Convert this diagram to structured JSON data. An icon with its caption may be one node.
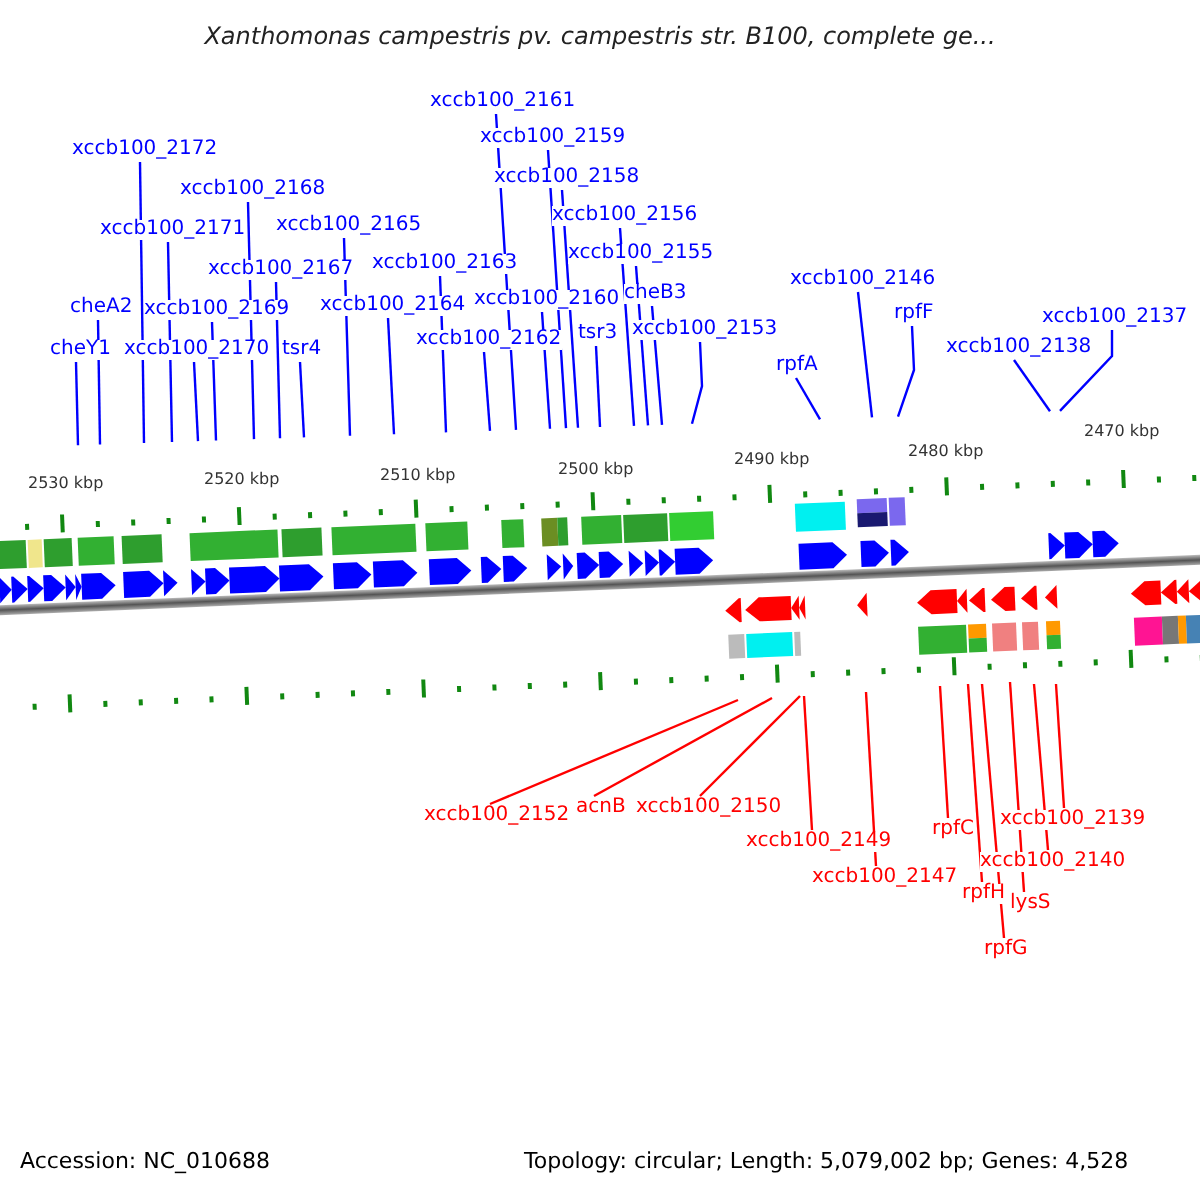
{
  "diagram": {
    "title": "Xanthomonas campestris pv. campestris str. B100, complete ge...",
    "nodes": [
      {
        "text": [
          "xccb100_2161"
        ]
      },
      {
        "text": [
          "xccb100_2172"
        ]
      },
      {
        "text": [
          "xccb100_2159"
        ]
      },
      {
        "text": [
          "xccb100_2168"
        ]
      },
      {
        "text": [
          "xccb100_2158"
        ]
      },
      {
        "text": [
          "xccb100_2171"
        ]
      },
      {
        "text": [
          "xccb100_2165"
        ]
      },
      {
        "text": [
          "xccb100_2156"
        ]
      },
      {
        "text": [
          "xccb100_2167"
        ]
      },
      {
        "text": [
          "xccb100_2163"
        ]
      },
      {
        "text": [
          "xccb100_2155"
        ]
      },
      {
        "text": [
          "xccb100_2146"
        ]
      },
      {
        "text": [
          "cheA2"
        ]
      },
      {
        "text": [
          "xccb100_2169"
        ]
      },
      {
        "text": [
          "xccb100_2164"
        ]
      },
      {
        "text": [
          "xccb100_2160"
        ]
      },
      {
        "text": [
          "cheB3"
        ]
      },
      {
        "text": [
          "rpfF"
        ]
      },
      {
        "text": [
          "xccb100_2137"
        ]
      },
      {
        "text": [
          "cheY1"
        ]
      },
      {
        "text": [
          "xccb100_2170"
        ]
      },
      {
        "text": [
          "tsr4"
        ]
      },
      {
        "text": [
          "xccb100_2162"
        ]
      },
      {
        "text": [
          "tsr3"
        ]
      },
      {
        "text": [
          "xccb100_2153"
        ]
      },
      {
        "text": [
          "xccb100_2138"
        ]
      },
      {
        "text": [
          "rpfA"
        ]
      },
      {
        "text": [
          "xccb100_2152"
        ]
      },
      {
        "text": [
          "acnB"
        ]
      },
      {
        "text": [
          "xccb100_2150"
        ]
      },
      {
        "text": [
          "xccb100_2139"
        ]
      },
      {
        "text": [
          "rpfC"
        ]
      },
      {
        "text": [
          "xccb100_2149"
        ]
      },
      {
        "text": [
          "xccb100_2140"
        ]
      },
      {
        "text": [
          "xccb100_2147"
        ]
      },
      {
        "text": [
          "rpfH"
        ]
      },
      {
        "text": [
          "lysS"
        ]
      },
      {
        "text": [
          "rpfG"
        ]
      }
    ],
    "edges": [
      {
        "from": 0,
        "to": null,
        "arrow": "none"
      },
      {
        "from": 1,
        "to": null,
        "arrow": "none"
      },
      {
        "from": 2,
        "to": null,
        "arrow": "none"
      },
      {
        "from": 3,
        "to": null,
        "arrow": "none"
      },
      {
        "from": 4,
        "to": null,
        "arrow": "none"
      },
      {
        "from": 5,
        "to": null,
        "arrow": "none"
      },
      {
        "from": 6,
        "to": null,
        "arrow": "none"
      },
      {
        "from": 7,
        "to": null,
        "arrow": "none"
      },
      {
        "from": 8,
        "to": null,
        "arrow": "none"
      },
      {
        "from": 9,
        "to": null,
        "arrow": "none"
      },
      {
        "from": 10,
        "to": null,
        "arrow": "none"
      },
      {
        "from": 11,
        "to": null,
        "arrow": "none"
      },
      {
        "from": 12,
        "to": null,
        "arrow": "none"
      },
      {
        "from": 13,
        "to": null,
        "arrow": "none"
      },
      {
        "from": 14,
        "to": null,
        "arrow": "none"
      },
      {
        "from": 15,
        "to": null,
        "arrow": "none"
      },
      {
        "from": 16,
        "to": null,
        "arrow": "none"
      },
      {
        "from": 17,
        "to": null,
        "arrow": "none"
      },
      {
        "from": 18,
        "to": null,
        "arrow": "none"
      },
      {
        "from": 19,
        "to": null,
        "arrow": "none"
      },
      {
        "from": 20,
        "to": null,
        "arrow": "none"
      },
      {
        "from": 21,
        "to": null,
        "arrow": "none"
      },
      {
        "from": 22,
        "to": null,
        "arrow": "none"
      },
      {
        "from": 23,
        "to": null,
        "arrow": "none"
      },
      {
        "from": 24,
        "to": null,
        "arrow": "none"
      },
      {
        "from": 25,
        "to": null,
        "arrow": "none"
      },
      {
        "from": 26,
        "to": null,
        "arrow": "none"
      },
      {
        "from": 27,
        "to": null,
        "arrow": "none",
        "color": "#ff0000"
      },
      {
        "from": 28,
        "to": null,
        "arrow": "none",
        "color": "#ff0000"
      },
      {
        "from": 29,
        "to": null,
        "arrow": "none",
        "color": "#ff0000"
      },
      {
        "from": 30,
        "to": null,
        "arrow": "none",
        "color": "#ff0000"
      },
      {
        "from": 31,
        "to": null,
        "arrow": "none",
        "color": "#ff0000"
      },
      {
        "from": 32,
        "to": null,
        "arrow": "none",
        "color": "#ff0000"
      },
      {
        "from": 33,
        "to": null,
        "arrow": "none",
        "color": "#ff0000"
      },
      {
        "from": 34,
        "to": null,
        "arrow": "none",
        "color": "#ff0000"
      },
      {
        "from": 35,
        "to": null,
        "arrow": "none",
        "color": "#ff0000"
      },
      {
        "from": 36,
        "to": null,
        "arrow": "none",
        "color": "#ff0000"
      },
      {
        "from": 37,
        "to": null,
        "arrow": "none",
        "color": "#ff0000"
      }
    ],
    "labels": [
      "2530 kbp",
      "2520 kbp",
      "2510 kbp",
      "2500 kbp",
      "2490 kbp",
      "2480 kbp",
      "2470 kbp",
      "Accession: NC_010688",
      "Topology: circular; Length: 5,079,002 bp; Genes: 4,528"
    ]
  }
}
